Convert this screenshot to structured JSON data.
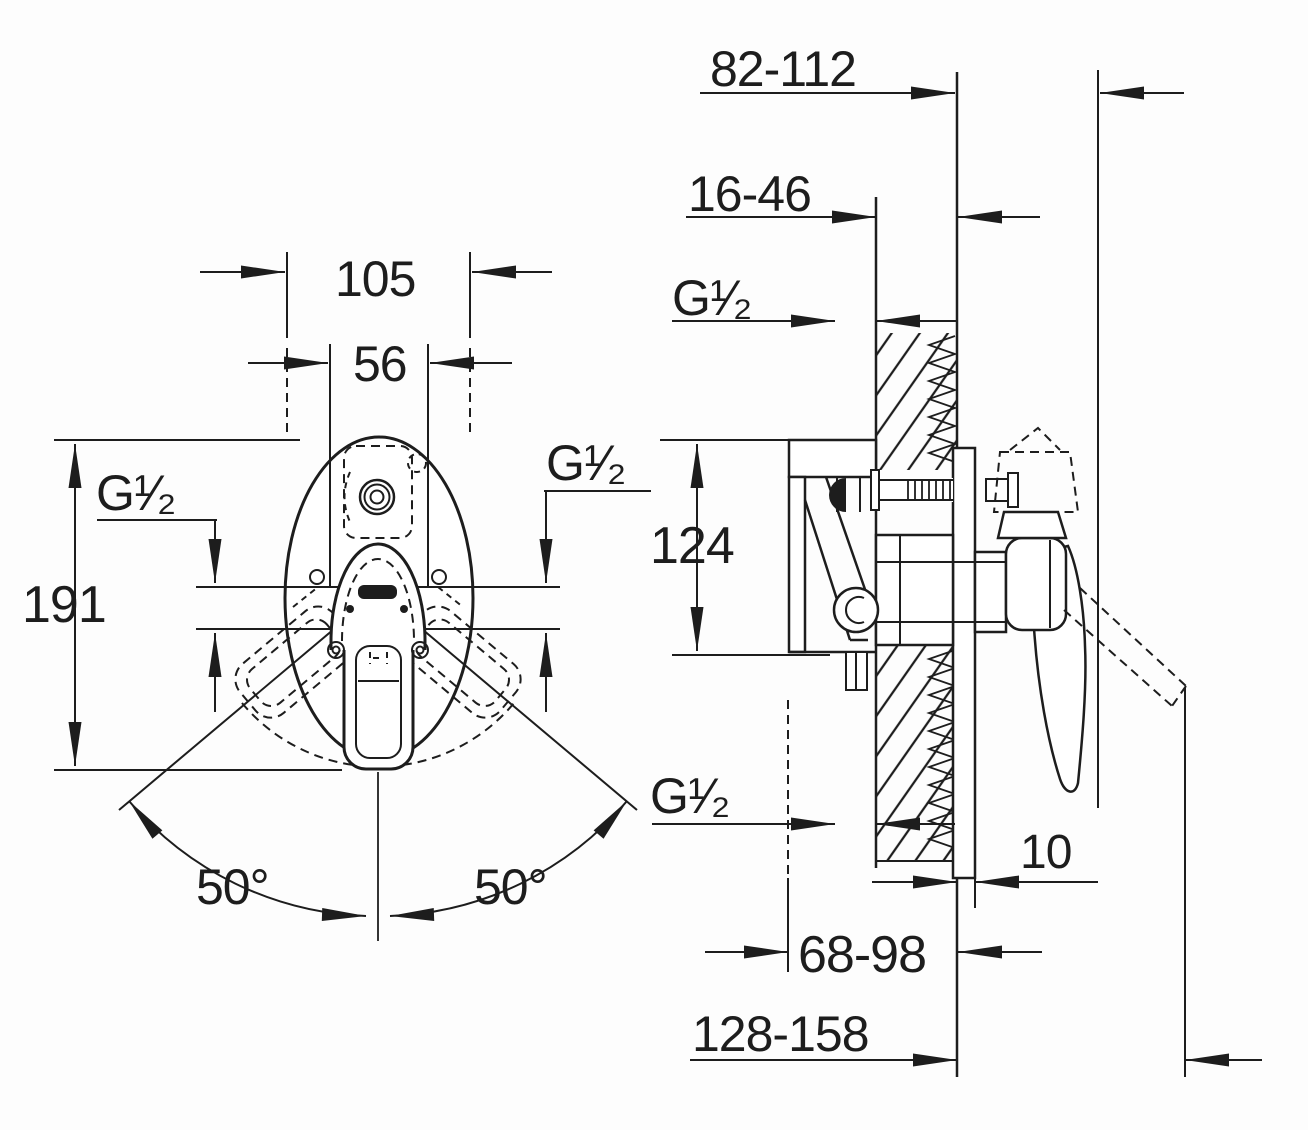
{
  "drawing": {
    "type": "installation-dimension-drawing",
    "subject": "concealed single-lever mixer valve, front view and wall section side view",
    "line_color": "#1d1d1d",
    "background_color": "#fdfdfd",
    "labels": {
      "front_width": "105",
      "front_cartridge_width": "56",
      "front_height": "191",
      "front_thread_left": "G¹⁄₂",
      "front_thread_right": "G¹⁄₂",
      "front_swing_left": "50°",
      "front_swing_right": "50°",
      "side_wall_to_handle": "82-112",
      "side_tile_range": "16-46",
      "side_thread_top": "G¹⁄₂",
      "side_body_height": "124",
      "side_thread_bottom": "G¹⁄₂",
      "side_plate_thickness": "10",
      "side_depth_inner": "68-98",
      "side_depth_total": "128-158"
    }
  }
}
